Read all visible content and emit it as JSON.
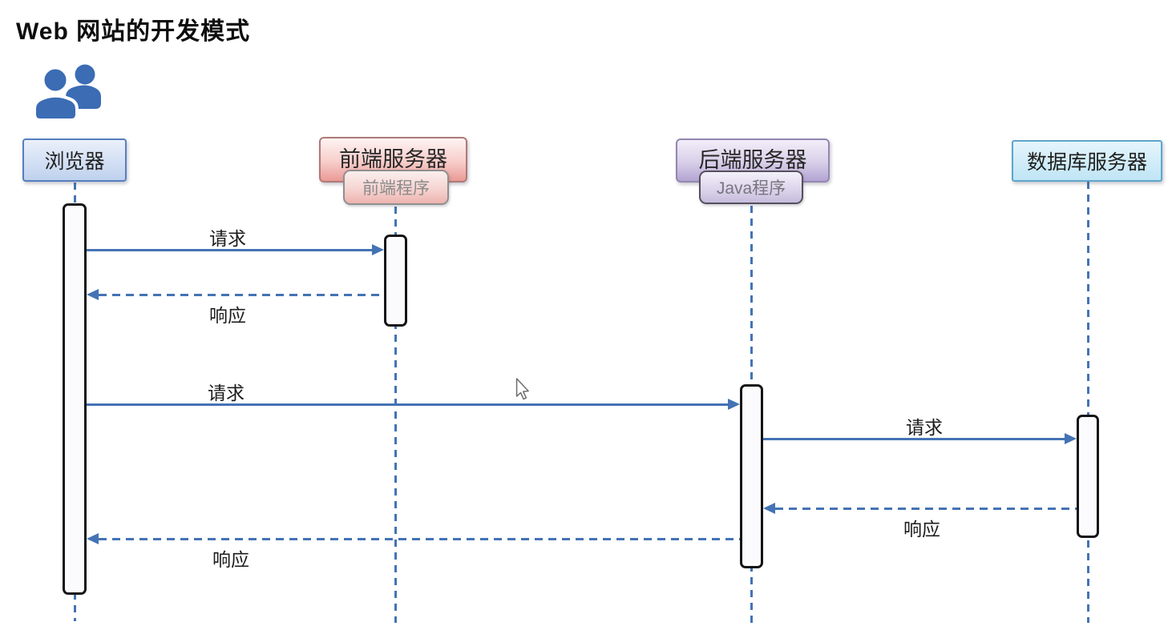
{
  "title": "Web 网站的开发模式",
  "icons": {
    "users": "users-icon",
    "cursor": "mouse-cursor"
  },
  "lifelines": [
    {
      "id": "browser",
      "label": "浏览器",
      "sublabel": null
    },
    {
      "id": "frontend-server",
      "label": "前端服务器",
      "sublabel": "前端程序"
    },
    {
      "id": "backend-server",
      "label": "后端服务器",
      "sublabel": "Java程序"
    },
    {
      "id": "database-server",
      "label": "数据库服务器",
      "sublabel": null
    }
  ],
  "messages": [
    {
      "label": "请求",
      "from": "浏览器",
      "to": "前端服务器",
      "style": "solid"
    },
    {
      "label": "响应",
      "from": "前端服务器",
      "to": "浏览器",
      "style": "dashed"
    },
    {
      "label": "请求",
      "from": "浏览器",
      "to": "后端服务器",
      "style": "solid"
    },
    {
      "label": "请求",
      "from": "后端服务器",
      "to": "数据库服务器",
      "style": "solid"
    },
    {
      "label": "响应",
      "from": "数据库服务器",
      "to": "后端服务器",
      "style": "dashed"
    },
    {
      "label": "响应",
      "from": "后端服务器",
      "to": "浏览器",
      "style": "dashed"
    }
  ],
  "colors": {
    "arrow_blue": "#4473b4",
    "users_icon_blue": "#3b6cb4",
    "browser_box_top": "#eaf0fa",
    "browser_box_bottom": "#bfd1ee",
    "browser_border": "#567fc0",
    "frontend_box_top": "#fdf4f3",
    "frontend_box_bottom": "#ea9a95",
    "frontend_border": "#b07a77",
    "backend_box_top": "#f2eef8",
    "backend_box_bottom": "#b3a4d2",
    "backend_border": "#9387b2",
    "database_box_top": "#e6f5fc",
    "database_box_bottom": "#bfe5f5",
    "database_border": "#5ea6cb",
    "activation_fill": "#fbfbfd",
    "activation_border": "#141414"
  }
}
